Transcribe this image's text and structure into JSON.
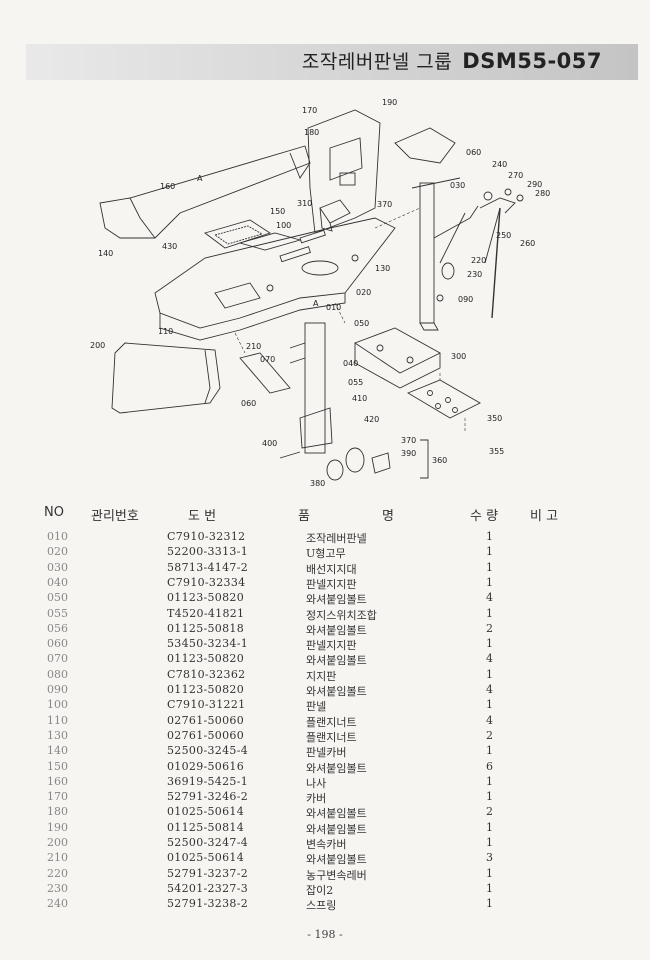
{
  "header": {
    "title_korean": "조작레버판넬 그룹",
    "title_code": "DSM55-057"
  },
  "diagram": {
    "labels": [
      "190",
      "170",
      "180",
      "060",
      "240",
      "270",
      "290",
      "280",
      "030",
      "160",
      "A",
      "150",
      "310",
      "370",
      "250",
      "260",
      "100",
      "430",
      "140",
      "220",
      "230",
      "130",
      "020",
      "010",
      "A",
      "090",
      "110",
      "050",
      "300",
      "200",
      "210",
      "070",
      "040",
      "060",
      "055",
      "410",
      "420",
      "350",
      "355",
      "400",
      "370",
      "390",
      "360",
      "380"
    ]
  },
  "table": {
    "headers": {
      "no": "NO",
      "mgmt": "관리번호",
      "drawing": "도   번",
      "name1": "품",
      "name2": "명",
      "qty": "수 량",
      "remark": "비 고"
    },
    "rows": [
      {
        "no": "010",
        "part": "C7910-32312",
        "name": "조작레버판넬",
        "qty": "1"
      },
      {
        "no": "020",
        "part": "52200-3313-1",
        "name": "U형고무",
        "qty": "1"
      },
      {
        "no": "030",
        "part": "58713-4147-2",
        "name": "배선지지대",
        "qty": "1"
      },
      {
        "no": "040",
        "part": "C7910-32334",
        "name": "판넬지지판",
        "qty": "1"
      },
      {
        "no": "050",
        "part": "01123-50820",
        "name": "와셔붙임볼트",
        "qty": "4"
      },
      {
        "no": "055",
        "part": "T4520-41821",
        "name": "정지스위치조합",
        "qty": "1"
      },
      {
        "no": "056",
        "part": "01125-50818",
        "name": "와셔붙임볼트",
        "qty": "2"
      },
      {
        "no": "060",
        "part": "53450-3234-1",
        "name": "판넬지지판",
        "qty": "1"
      },
      {
        "no": "070",
        "part": "01123-50820",
        "name": "와셔붙임볼트",
        "qty": "4"
      },
      {
        "no": "080",
        "part": "C7810-32362",
        "name": "지지판",
        "qty": "1"
      },
      {
        "no": "090",
        "part": "01123-50820",
        "name": "와셔붙임볼트",
        "qty": "4"
      },
      {
        "no": "100",
        "part": "C7910-31221",
        "name": "판넬",
        "qty": "1"
      },
      {
        "no": "110",
        "part": "02761-50060",
        "name": "플랜지너트",
        "qty": "4"
      },
      {
        "no": "130",
        "part": "02761-50060",
        "name": "플랜지너트",
        "qty": "2"
      },
      {
        "no": "140",
        "part": "52500-3245-4",
        "name": "판넬카버",
        "qty": "1"
      },
      {
        "no": "150",
        "part": "01029-50616",
        "name": "와셔붙임볼트",
        "qty": "6"
      },
      {
        "no": "160",
        "part": "36919-5425-1",
        "name": "나사",
        "qty": "1"
      },
      {
        "no": "170",
        "part": "52791-3246-2",
        "name": "카버",
        "qty": "1"
      },
      {
        "no": "180",
        "part": "01025-50614",
        "name": "와셔붙임볼트",
        "qty": "2"
      },
      {
        "no": "190",
        "part": "01125-50814",
        "name": "와셔붙임볼트",
        "qty": "1"
      },
      {
        "no": "200",
        "part": "52500-3247-4",
        "name": "변속카버",
        "qty": "1"
      },
      {
        "no": "210",
        "part": "01025-50614",
        "name": "와셔붙임볼트",
        "qty": "3"
      },
      {
        "no": "220",
        "part": "52791-3237-2",
        "name": "농구변속레버",
        "qty": "1"
      },
      {
        "no": "230",
        "part": "54201-2327-3",
        "name": "잡이2",
        "qty": "1"
      },
      {
        "no": "240",
        "part": "52791-3238-2",
        "name": "스프링",
        "qty": "1"
      }
    ]
  },
  "footer": {
    "page": "- 198 -"
  }
}
